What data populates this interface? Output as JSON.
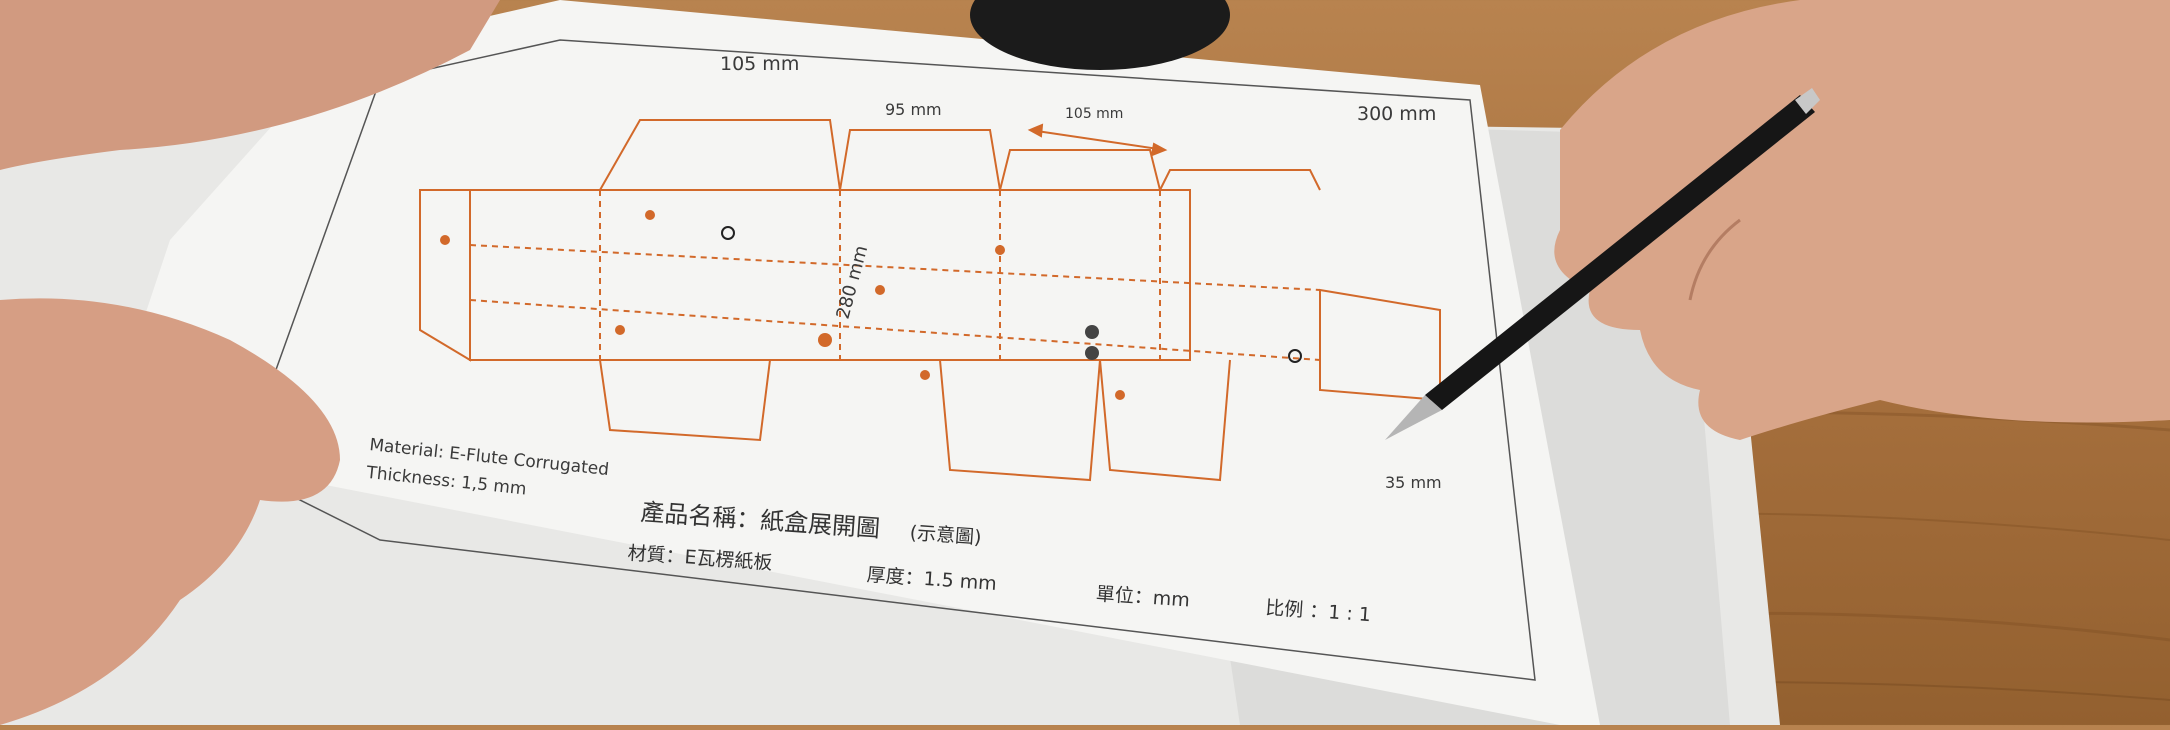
{
  "drawing": {
    "dimensions": {
      "top_left": "105 mm",
      "top_mid": "95 mm",
      "top_arrow": "105 mm",
      "top_right": "300 mm",
      "vertical": "280 mm",
      "bottom_right": "35 mm"
    },
    "notes": {
      "material": "Material: E-Flute Corrugated",
      "thickness": "Thickness: 1,5 mm"
    },
    "title_block": {
      "product_name": "產品名稱：紙盒展開圖",
      "schematic": "(示意圖)",
      "material": "材質：E瓦楞紙板",
      "thickness": "厚度：1.5 mm",
      "unit": "單位：mm",
      "scale": "比例 ：1 : 1"
    }
  },
  "colors": {
    "paper": "#f4f4f2",
    "cut_line": "#d2692a",
    "ink": "#333333",
    "desk": "#a9723f"
  }
}
